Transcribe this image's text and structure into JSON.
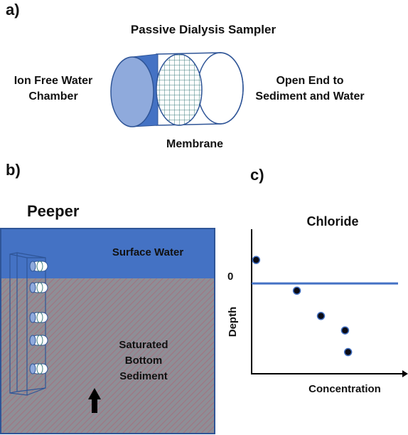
{
  "panel_a": {
    "label": "a)",
    "title": "Passive Dialysis Sampler",
    "left_label": [
      "Ion Free Water",
      "Chamber"
    ],
    "right_label": [
      "Open End to",
      "Sediment and Water"
    ],
    "membrane_label": "Membrane",
    "colors": {
      "chamber": "#8faadc",
      "sleeve": "#4472c4",
      "outline": "#2f5597",
      "mesh": "#3f7f7f"
    }
  },
  "panel_b": {
    "label": "b)",
    "title": "Peeper",
    "surface_label": "Surface Water",
    "sediment_label": [
      "Saturated",
      "Bottom",
      "Sediment"
    ],
    "colors": {
      "water": "#4472c4",
      "sediment": "#8e8e96",
      "hatch": "#a86a7a",
      "border": "#2f5597"
    },
    "arrow_icon": "up-arrow-icon"
  },
  "panel_c": {
    "label": "c)"
  },
  "chart_data": {
    "type": "scatter",
    "title": "Chloride",
    "xlabel": "Concentration",
    "ylabel": "Depth",
    "y_tick_labels": [
      "0"
    ],
    "reference_line": {
      "y": 0,
      "color": "#4472c4"
    },
    "xlim": [
      0,
      10
    ],
    "ylim": [
      -5,
      3
    ],
    "points": [
      {
        "x": 0.3,
        "y": 1.3
      },
      {
        "x": 3.0,
        "y": -0.4
      },
      {
        "x": 4.6,
        "y": -1.8
      },
      {
        "x": 6.2,
        "y": -2.6
      },
      {
        "x": 6.4,
        "y": -3.8
      }
    ]
  }
}
